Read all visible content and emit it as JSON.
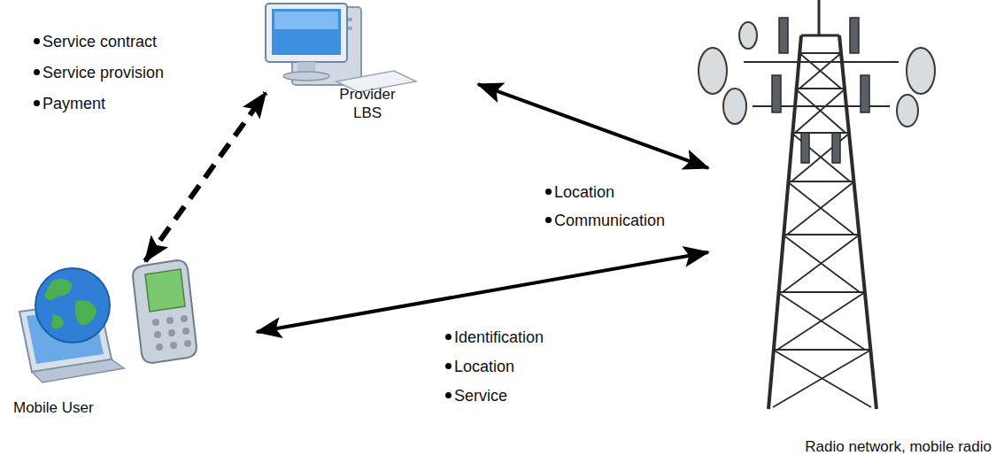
{
  "diagram": {
    "nodes": [
      {
        "text": [
          "Provider LBS"
        ]
      },
      {
        "text": [
          "Mobile User"
        ]
      },
      {
        "text": [
          "Radio network, mobile radio"
        ]
      }
    ],
    "edges": [
      {
        "from": 0,
        "to": 2,
        "arrow": "both"
      },
      {
        "from": 1,
        "to": 2,
        "arrow": "both"
      },
      {
        "from": 1,
        "to": 0,
        "arrow": "both"
      }
    ],
    "labels": [
      "Service contract",
      "Service provision",
      "Payment",
      "Location",
      "Communication",
      "Identification",
      "Location",
      "Service"
    ]
  }
}
